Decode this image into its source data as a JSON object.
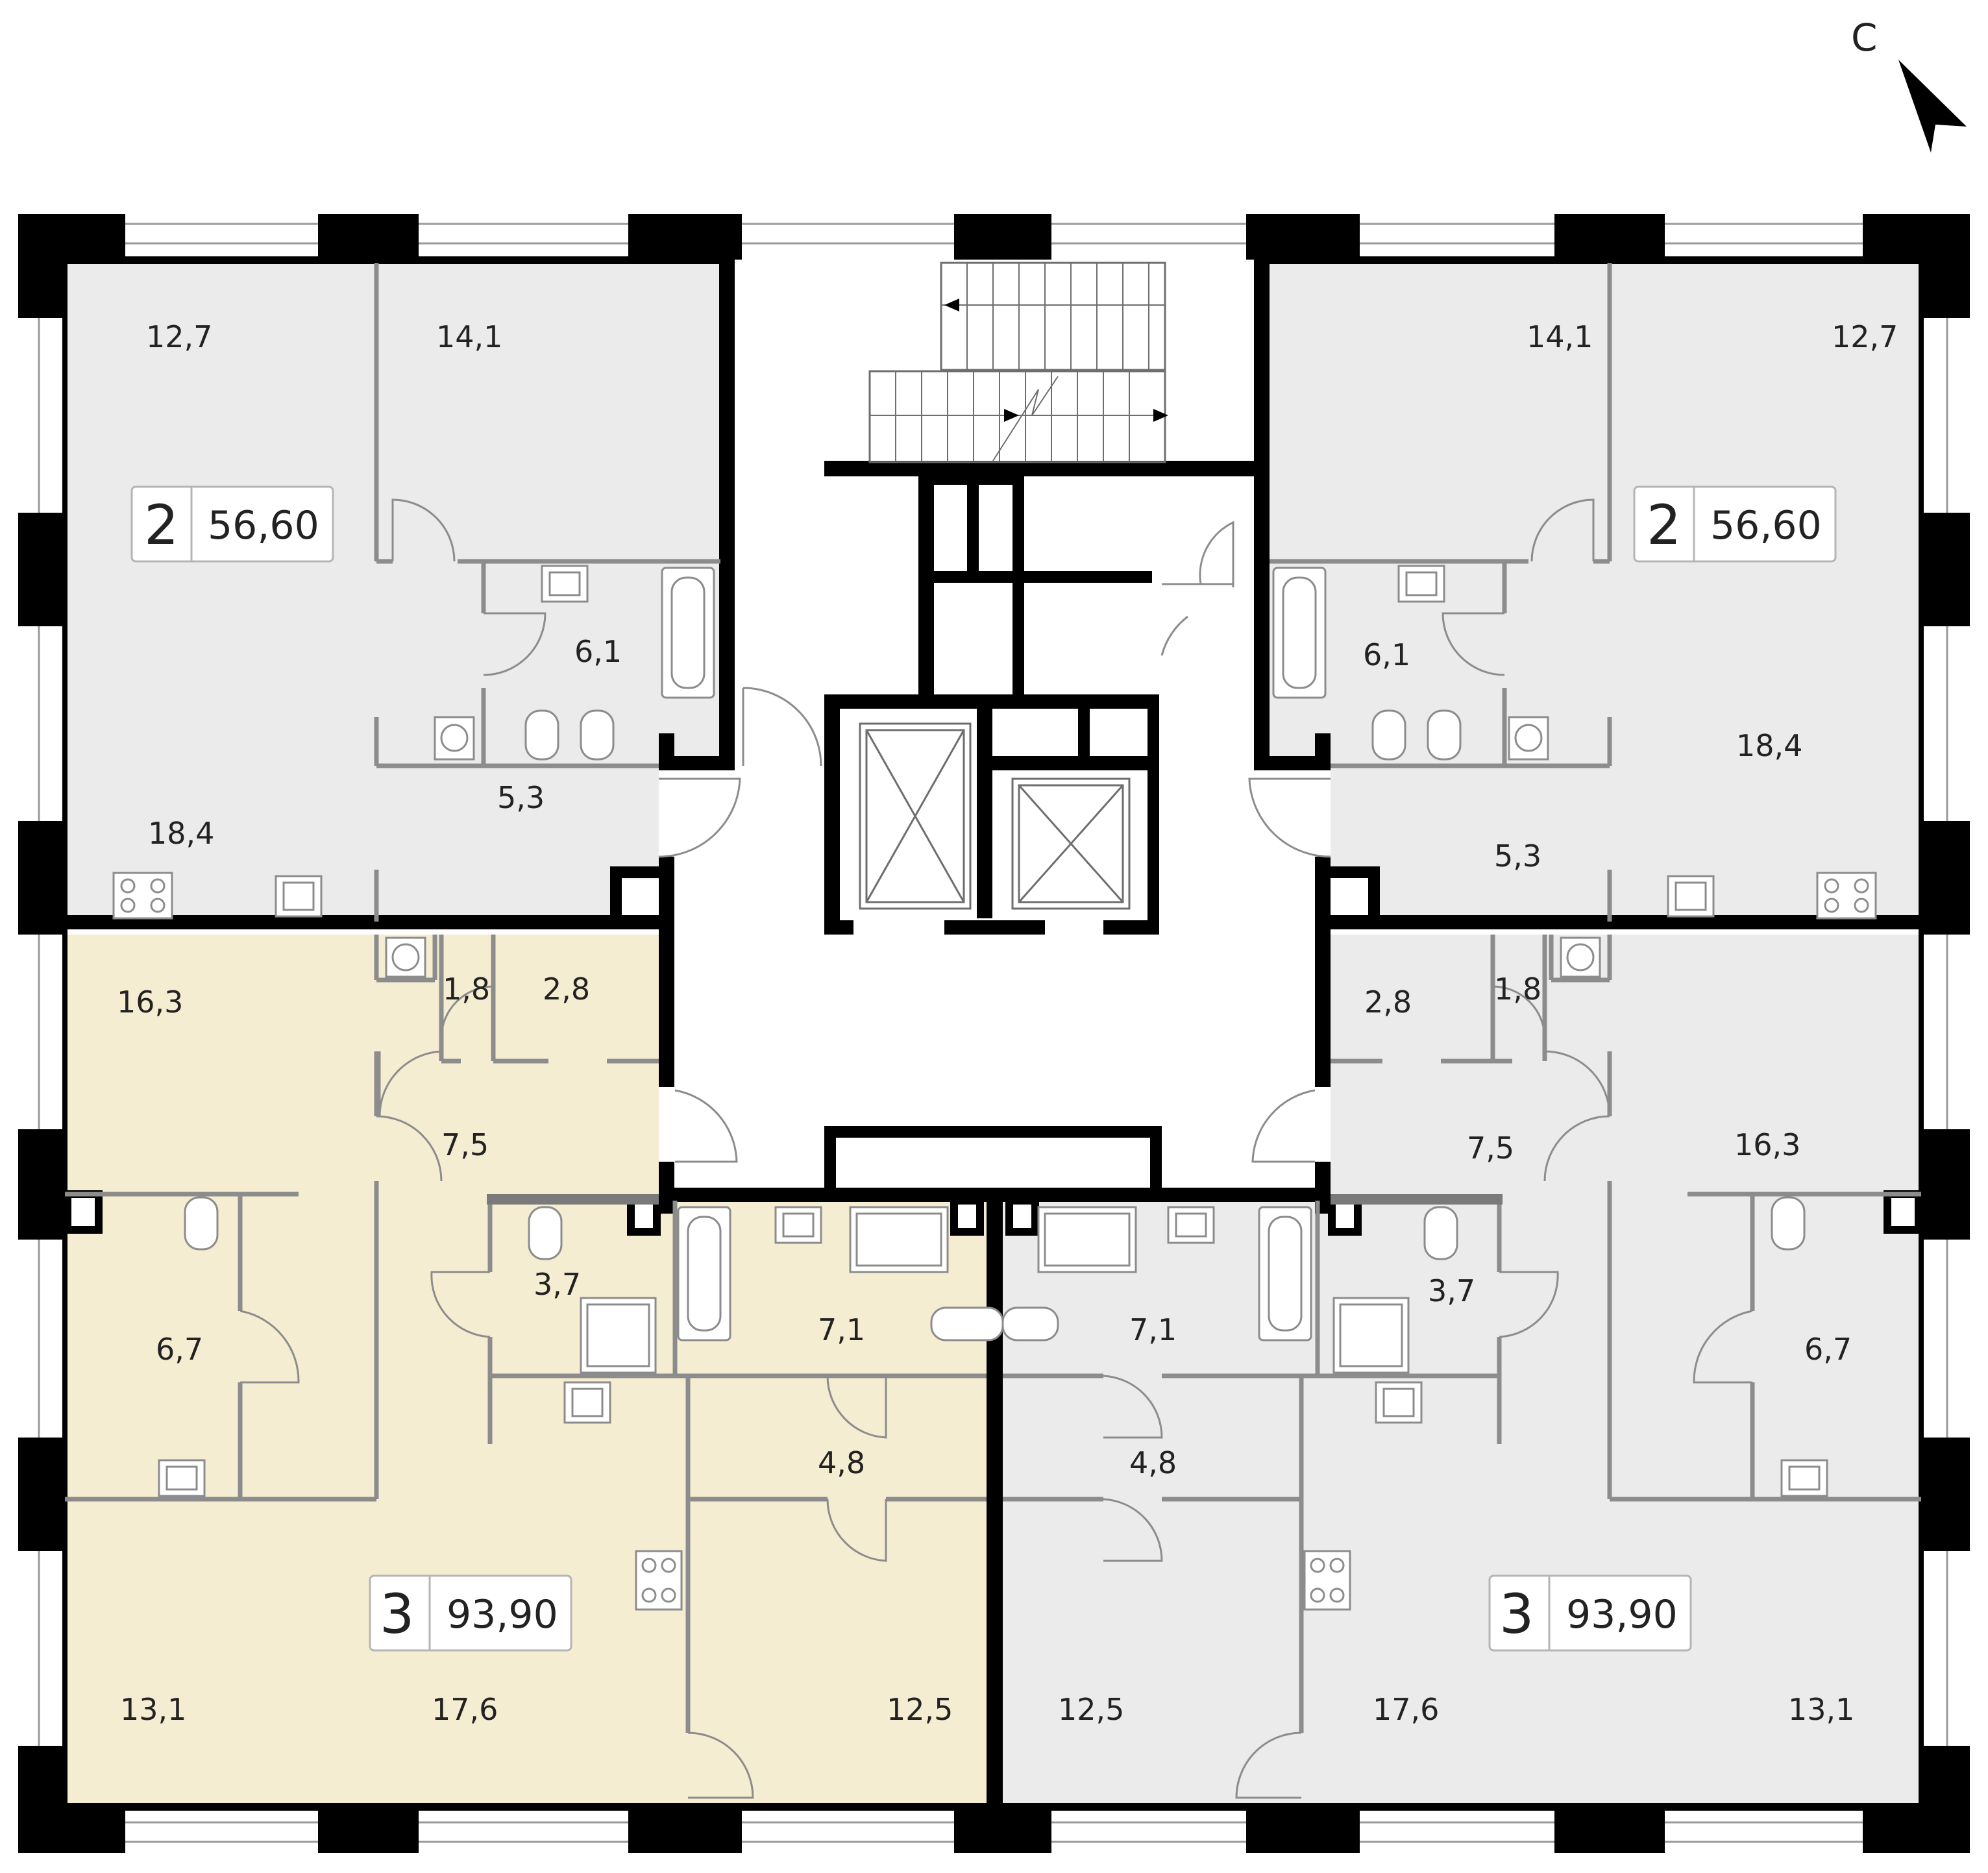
{
  "compass": {
    "label": "С",
    "icon": "north-arrow-icon"
  },
  "colors": {
    "wall": "#000000",
    "apartment_grey": "#ebebeb",
    "apartment_highlight": "#f5edd1",
    "thin_wall": "#8c8c8c",
    "fixture_stroke": "#8c8c8c"
  },
  "apartments": [
    {
      "id": "apt-top-left",
      "rooms": "2",
      "area": "56,60",
      "highlighted": false
    },
    {
      "id": "apt-top-right",
      "rooms": "2",
      "area": "56,60",
      "highlighted": false
    },
    {
      "id": "apt-bottom-left",
      "rooms": "3",
      "area": "93,90",
      "highlighted": true
    },
    {
      "id": "apt-bottom-right",
      "rooms": "3",
      "area": "93,90",
      "highlighted": false
    }
  ],
  "room_areas": {
    "top_left": [
      "12,7",
      "14,1",
      "6,1",
      "5,3",
      "18,4"
    ],
    "top_right": [
      "14,1",
      "12,7",
      "6,1",
      "18,4",
      "5,3"
    ],
    "bottom_left": [
      "16,3",
      "1,8",
      "2,8",
      "7,5",
      "3,7",
      "6,7",
      "7,1",
      "4,8",
      "13,1",
      "17,6",
      "12,5"
    ],
    "bottom_right": [
      "2,8",
      "1,8",
      "16,3",
      "7,5",
      "3,7",
      "6,7",
      "7,1",
      "4,8",
      "12,5",
      "17,6",
      "13,1"
    ]
  },
  "icons": [
    "bathtub-icon",
    "sink-icon",
    "toilet-icon",
    "stove-icon",
    "washing-machine-icon",
    "shower-icon",
    "elevator-icon",
    "stairs-icon",
    "door-swing-icon"
  ]
}
